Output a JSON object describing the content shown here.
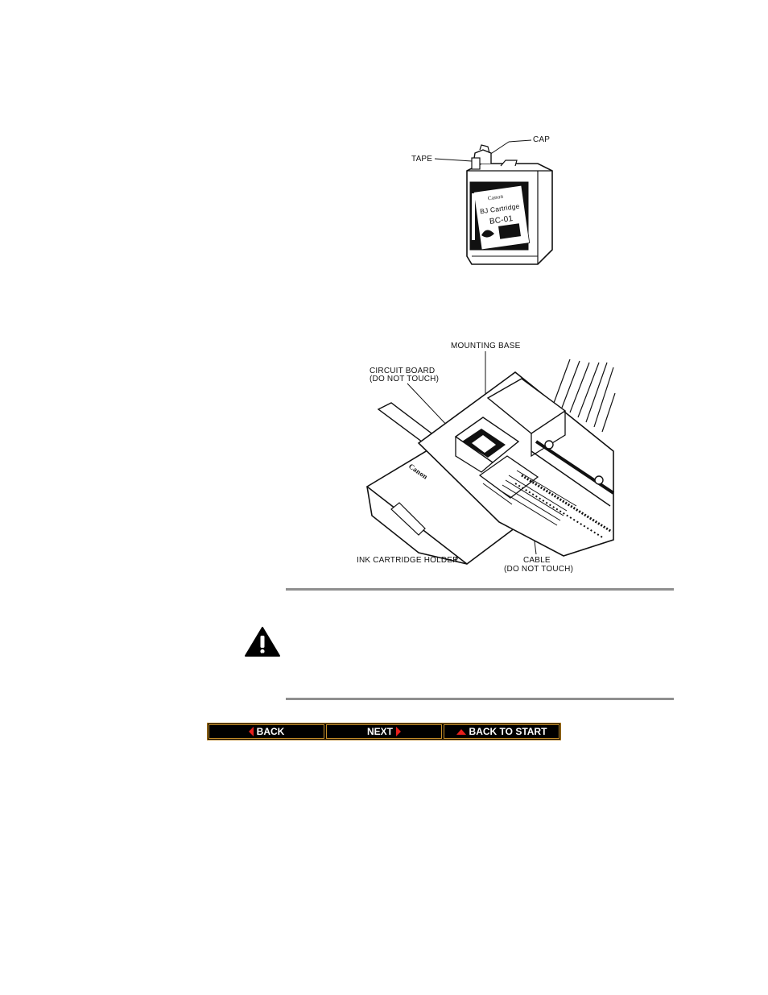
{
  "figure1": {
    "labels": {
      "tape": "TAPE",
      "cap": "CAP"
    },
    "cartridge_label": {
      "brand": "Canon",
      "name": "BJ Cartridge",
      "model": "BC-01"
    }
  },
  "figure2": {
    "labels": {
      "mounting_base": "MOUNTING BASE",
      "circuit_board_line1": "CIRCUIT BOARD",
      "circuit_board_line2": "(DO NOT TOUCH)",
      "ink_cartridge_holder": "INK CARTRIDGE HOLDER",
      "cable_line1": "CABLE",
      "cable_line2": "(DO NOT TOUCH)",
      "printer_brand": "Canon"
    }
  },
  "caution": {
    "icon_label": "CAUTION"
  },
  "nav": {
    "back_label": "BACK",
    "next_label": "NEXT",
    "back_to_start_label": "BACK TO START"
  },
  "colors": {
    "nav_bg": "#000000",
    "nav_border": "#c8902a",
    "nav_arrow": "#e8201c",
    "rule": "#8f8f8f"
  }
}
